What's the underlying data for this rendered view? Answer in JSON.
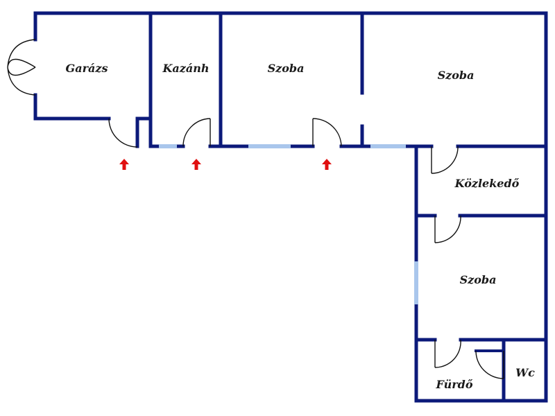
{
  "rooms": {
    "garazs": "Garázs",
    "kazanh": "Kazánh",
    "szoba_1": "Szoba",
    "szoba_2": "Szoba",
    "kozlekedo": "Közlekedő",
    "szoba_3": "Szoba",
    "furdo": "Fürdő",
    "wc": "Wc"
  },
  "colors": {
    "wall": "#0c1a7a",
    "window": "#a9c6ec",
    "door": "#111111",
    "entrance_arrow": "#e01010"
  },
  "icons": {
    "entrance_arrow": "arrow-up-icon"
  }
}
